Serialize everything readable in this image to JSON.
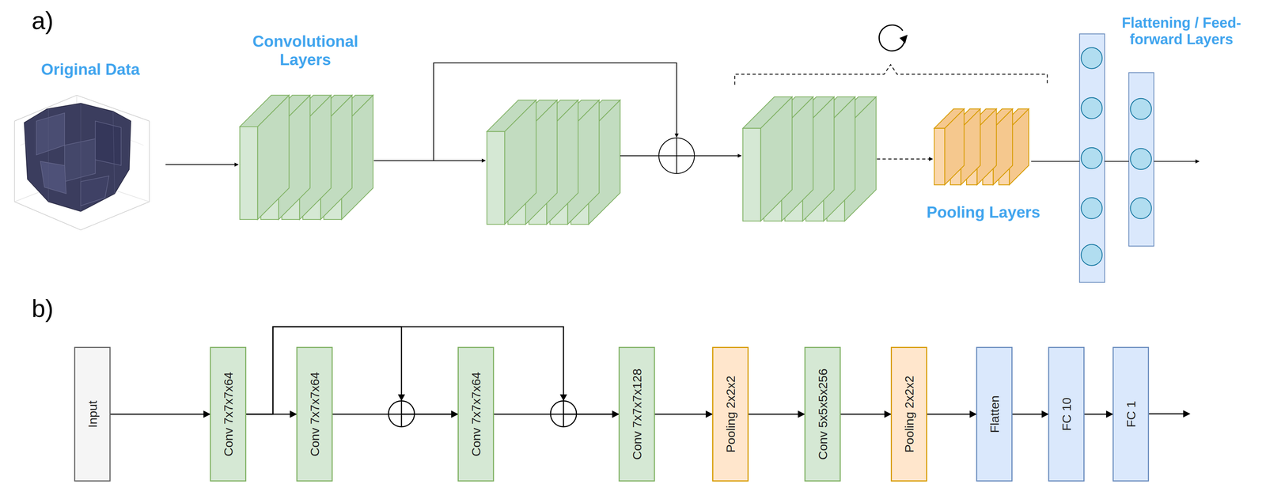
{
  "diagram": {
    "nodes": [
      {
        "text": [
          "Input"
        ]
      },
      {
        "text": [
          "Conv 7x7x7x64"
        ]
      },
      {
        "text": [
          "Conv 7x7x7x64"
        ]
      },
      {
        "text": [
          "Conv 7x7x7x64"
        ]
      },
      {
        "text": [
          "Conv 7x7x7x128"
        ]
      },
      {
        "text": [
          "Pooling 2x2x2"
        ]
      },
      {
        "text": [
          "Conv 5x5x5x256"
        ]
      },
      {
        "text": [
          "Pooling 2x2x2"
        ]
      },
      {
        "text": [
          "Flatten"
        ]
      },
      {
        "text": [
          "FC 10"
        ]
      },
      {
        "text": [
          "FC 1"
        ]
      }
    ],
    "edges": [
      {
        "from": 0,
        "to": 1,
        "arrow": "to"
      },
      {
        "from": 1,
        "to": 2,
        "arrow": "to"
      },
      {
        "from": 2,
        "to": 3,
        "arrow": "to"
      },
      {
        "from": 3,
        "to": 4,
        "arrow": "to"
      },
      {
        "from": 4,
        "to": 5,
        "arrow": "to"
      },
      {
        "from": 5,
        "to": 6,
        "arrow": "to"
      },
      {
        "from": 6,
        "to": 7,
        "arrow": "to"
      },
      {
        "from": 7,
        "to": 8,
        "arrow": "to"
      },
      {
        "from": 8,
        "to": 9,
        "arrow": "to"
      },
      {
        "from": 9,
        "to": 10,
        "arrow": "to"
      },
      {
        "from": 1,
        "to": 3,
        "arrow": "to"
      },
      {
        "from": 1,
        "to": 4,
        "arrow": "to"
      }
    ],
    "labels": [
      "a)",
      "Original Data",
      "Convolutional Layers",
      "Pooling Layers",
      "Flattening / Feed-forward Layers",
      "b)"
    ]
  }
}
